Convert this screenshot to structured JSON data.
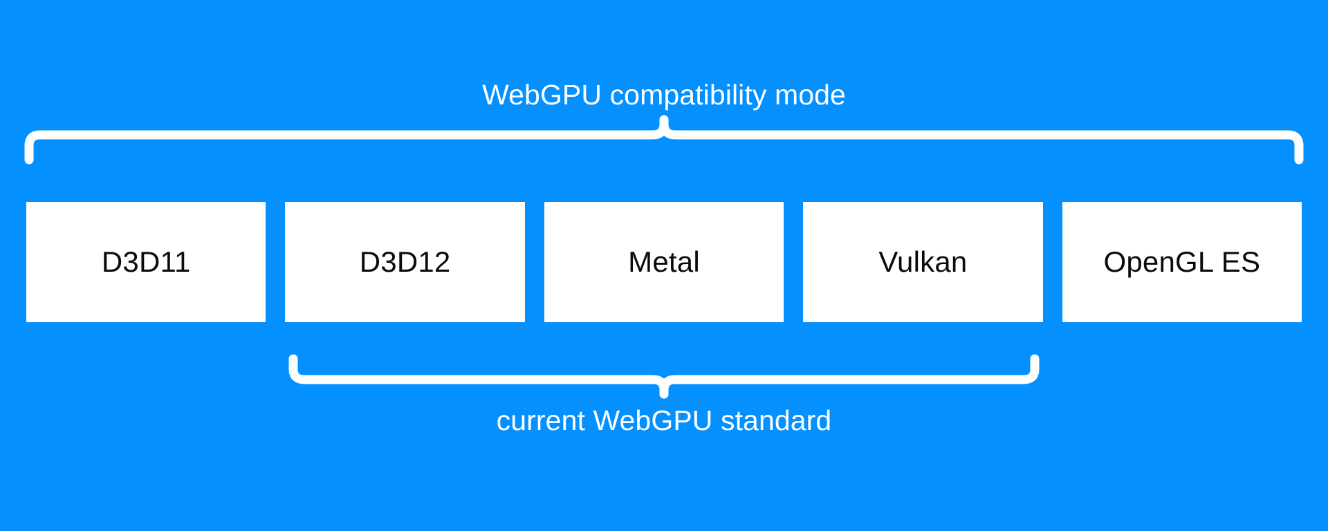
{
  "diagram": {
    "title": "WebGPU compatibility mode diagram",
    "background_color": "#0590FF",
    "box_fill_color": "#FFFFFF",
    "box_text_color": "#0B0B0B",
    "brace_color": "#FFFFFF",
    "caption_color": "#FFFFFF"
  },
  "top_group": {
    "label": "WebGPU compatibility mode",
    "brace_direction": "up",
    "covers": [
      "D3D11",
      "D3D12",
      "Metal",
      "Vulkan",
      "OpenGL ES"
    ]
  },
  "bottom_group": {
    "label": "current WebGPU standard",
    "brace_direction": "down",
    "covers": [
      "D3D12",
      "Metal",
      "Vulkan"
    ]
  },
  "boxes": [
    {
      "label": "D3D11"
    },
    {
      "label": "D3D12"
    },
    {
      "label": "Metal"
    },
    {
      "label": "Vulkan"
    },
    {
      "label": "OpenGL ES"
    }
  ]
}
